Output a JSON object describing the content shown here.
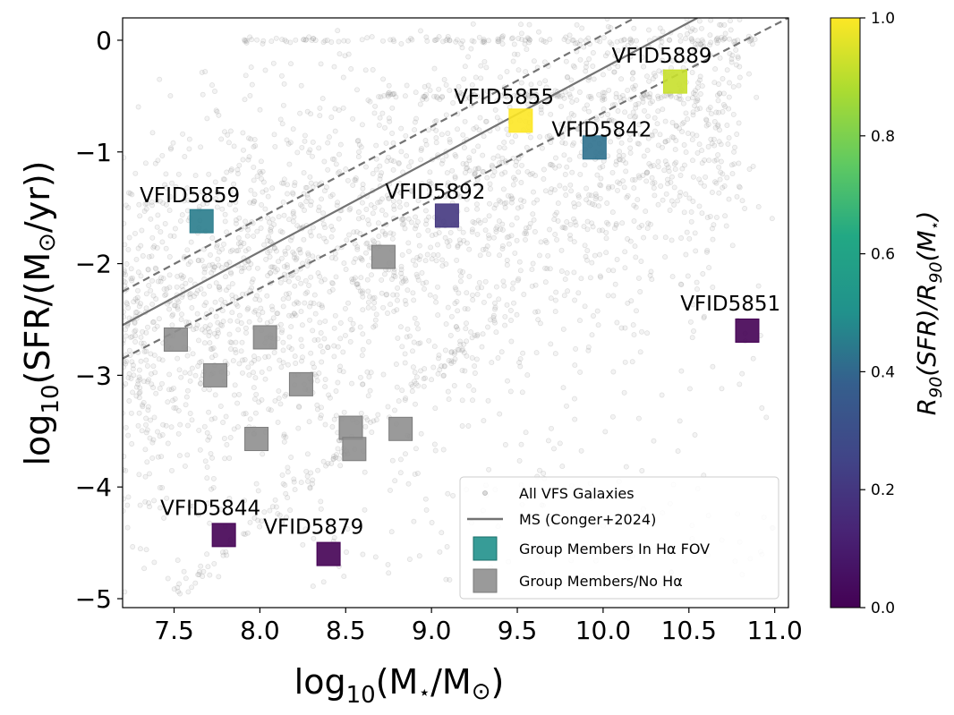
{
  "chart_data": {
    "type": "scatter",
    "xlabel_main": "log",
    "xlabel_sub": "10",
    "xlabel_tail": "(M",
    "xlabel_star": "⋆",
    "xlabel_mid": "/M",
    "xlabel_sun": "⊙",
    "xlabel_end": ")",
    "ylabel_main": "log",
    "ylabel_sub": "10",
    "ylabel_tail": "(SFR/(M",
    "ylabel_sun": "⊙",
    "ylabel_end": "/yr))",
    "xlim": [
      7.2,
      11.08
    ],
    "ylim": [
      -5.08,
      0.2
    ],
    "xticks": [
      7.5,
      8.0,
      8.5,
      9.0,
      9.5,
      10.0,
      10.5,
      11.0
    ],
    "xtick_labels": [
      "7.5",
      "8.0",
      "8.5",
      "9.0",
      "9.5",
      "10.0",
      "10.5",
      "11.0"
    ],
    "yticks": [
      0,
      -1,
      -2,
      -3,
      -4,
      -5
    ],
    "ytick_labels": [
      "0",
      "−1",
      "−2",
      "−3",
      "−4",
      "−5"
    ],
    "main_sequence": {
      "name": "MS (Conger+2024)",
      "line": [
        [
          7.2,
          -2.55
        ],
        [
          10.55,
          0.2
        ]
      ],
      "upper": [
        [
          7.2,
          -2.25
        ],
        [
          10.55,
          0.5
        ]
      ],
      "lower": [
        [
          7.2,
          -2.85
        ],
        [
          11.08,
          0.2
        ]
      ],
      "color": "#737373"
    },
    "background_series": {
      "name": "All VFS Galaxies",
      "color": "#999999"
    },
    "hafov_members": {
      "name": "Group Members In Hα FOV",
      "points": [
        {
          "id": "VFID5889",
          "x": 10.42,
          "y": -0.37,
          "c": 0.92
        },
        {
          "id": "VFID5855",
          "x": 9.52,
          "y": -0.72,
          "c": 1.0
        },
        {
          "id": "VFID5842",
          "x": 9.95,
          "y": -0.96,
          "c": 0.42
        },
        {
          "id": "VFID5892",
          "x": 9.09,
          "y": -1.57,
          "c": 0.2
        },
        {
          "id": "VFID5859",
          "x": 7.66,
          "y": -1.62,
          "c": 0.45
        },
        {
          "id": "VFID5851",
          "x": 10.84,
          "y": -2.6,
          "c": 0.0
        },
        {
          "id": "VFID5844",
          "x": 7.79,
          "y": -4.43,
          "c": 0.0
        },
        {
          "id": "VFID5879",
          "x": 8.4,
          "y": -4.6,
          "c": 0.0
        }
      ]
    },
    "labels": [
      {
        "text": "VFID5889",
        "x": 10.05,
        "y": -0.2
      },
      {
        "text": "VFID5855",
        "x": 9.13,
        "y": -0.57
      },
      {
        "text": "VFID5842",
        "x": 9.7,
        "y": -0.86
      },
      {
        "text": "VFID5892",
        "x": 8.73,
        "y": -1.42
      },
      {
        "text": "VFID5859",
        "x": 7.3,
        "y": -1.45
      },
      {
        "text": "VFID5851",
        "x": 10.45,
        "y": -2.42
      },
      {
        "text": "VFID5844",
        "x": 7.42,
        "y": -4.25
      },
      {
        "text": "VFID5879",
        "x": 8.02,
        "y": -4.42
      }
    ],
    "noha_members": {
      "name": "Group Members/No Hα",
      "color": "#8f8f8f",
      "points": [
        {
          "x": 8.72,
          "y": -1.94
        },
        {
          "x": 7.51,
          "y": -2.68
        },
        {
          "x": 8.03,
          "y": -2.66
        },
        {
          "x": 7.74,
          "y": -3.0
        },
        {
          "x": 8.24,
          "y": -3.08
        },
        {
          "x": 8.53,
          "y": -3.47
        },
        {
          "x": 8.82,
          "y": -3.48
        },
        {
          "x": 7.98,
          "y": -3.57
        },
        {
          "x": 8.55,
          "y": -3.66
        }
      ]
    },
    "colorbar": {
      "min": 0.0,
      "max": 1.0,
      "ticks": [
        "0.0",
        "0.2",
        "0.4",
        "0.6",
        "0.8",
        "1.0"
      ],
      "label_R": "R",
      "label_sub1": "90",
      "label_mid": "(SFR)/R",
      "label_sub2": "90",
      "label_M": "(M",
      "label_star": "⋆",
      "label_end": ")"
    },
    "legend": {
      "placement": "lower right",
      "entries": [
        "All VFS Galaxies",
        "MS (Conger+2024)",
        "Group Members In Hα FOV",
        "Group Members/No Hα"
      ]
    }
  }
}
